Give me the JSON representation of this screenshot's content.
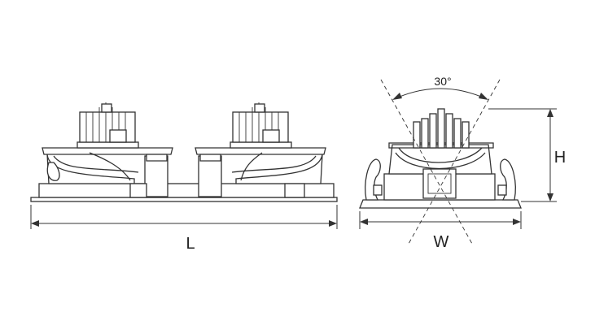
{
  "dimensions": {
    "length_label": "L",
    "width_label": "W",
    "height_label": "H",
    "beam_angle_label": "30°"
  }
}
